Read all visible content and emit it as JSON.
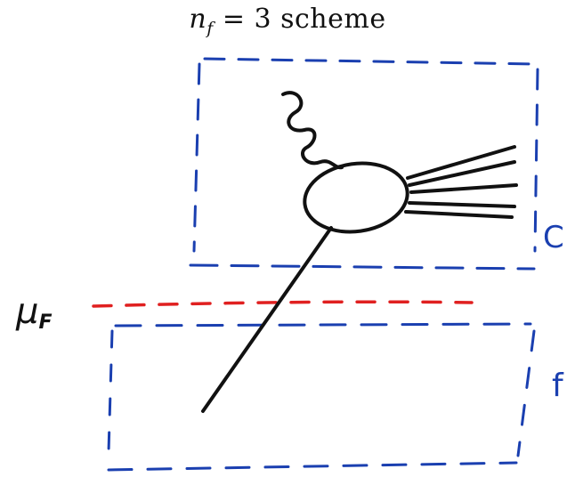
{
  "title": {
    "symbol": "n",
    "subscript": "f",
    "rest": " = 3 scheme"
  },
  "scale": {
    "symbol": "μ",
    "subscript": "F"
  },
  "boxes": {
    "upper_label": "C",
    "lower_label": "f"
  },
  "colors": {
    "box": "#1a3fb0",
    "scale_line": "#e02020",
    "ink": "#111111"
  }
}
